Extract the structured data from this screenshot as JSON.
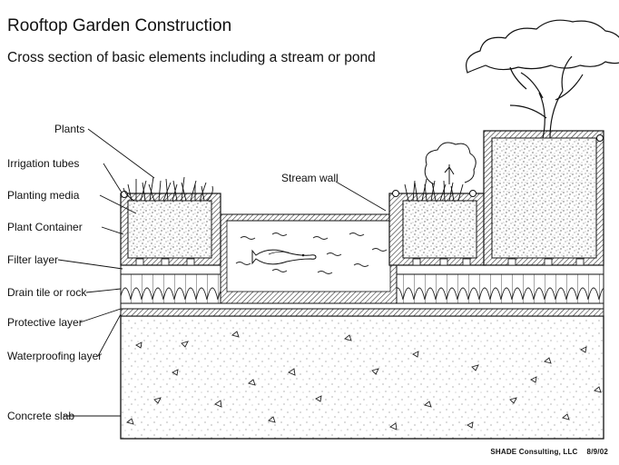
{
  "title": "Rooftop Garden Construction",
  "subtitle": "Cross section of basic elements including a stream or pond",
  "labels": {
    "plants": "Plants",
    "irrigation_tubes": "Irrigation tubes",
    "planting_media": "Planting media",
    "plant_container": "Plant Container",
    "filter_layer": "Filter layer",
    "drain_tile": "Drain tile or rock",
    "protective_layer": "Protective layer",
    "waterproofing_layer": "Waterproofing layer",
    "concrete_slab": "Concrete slab",
    "stream_wall": "Stream wall"
  },
  "footer": {
    "company": "SHADE Consulting, LLC",
    "date": "8/9/02"
  }
}
